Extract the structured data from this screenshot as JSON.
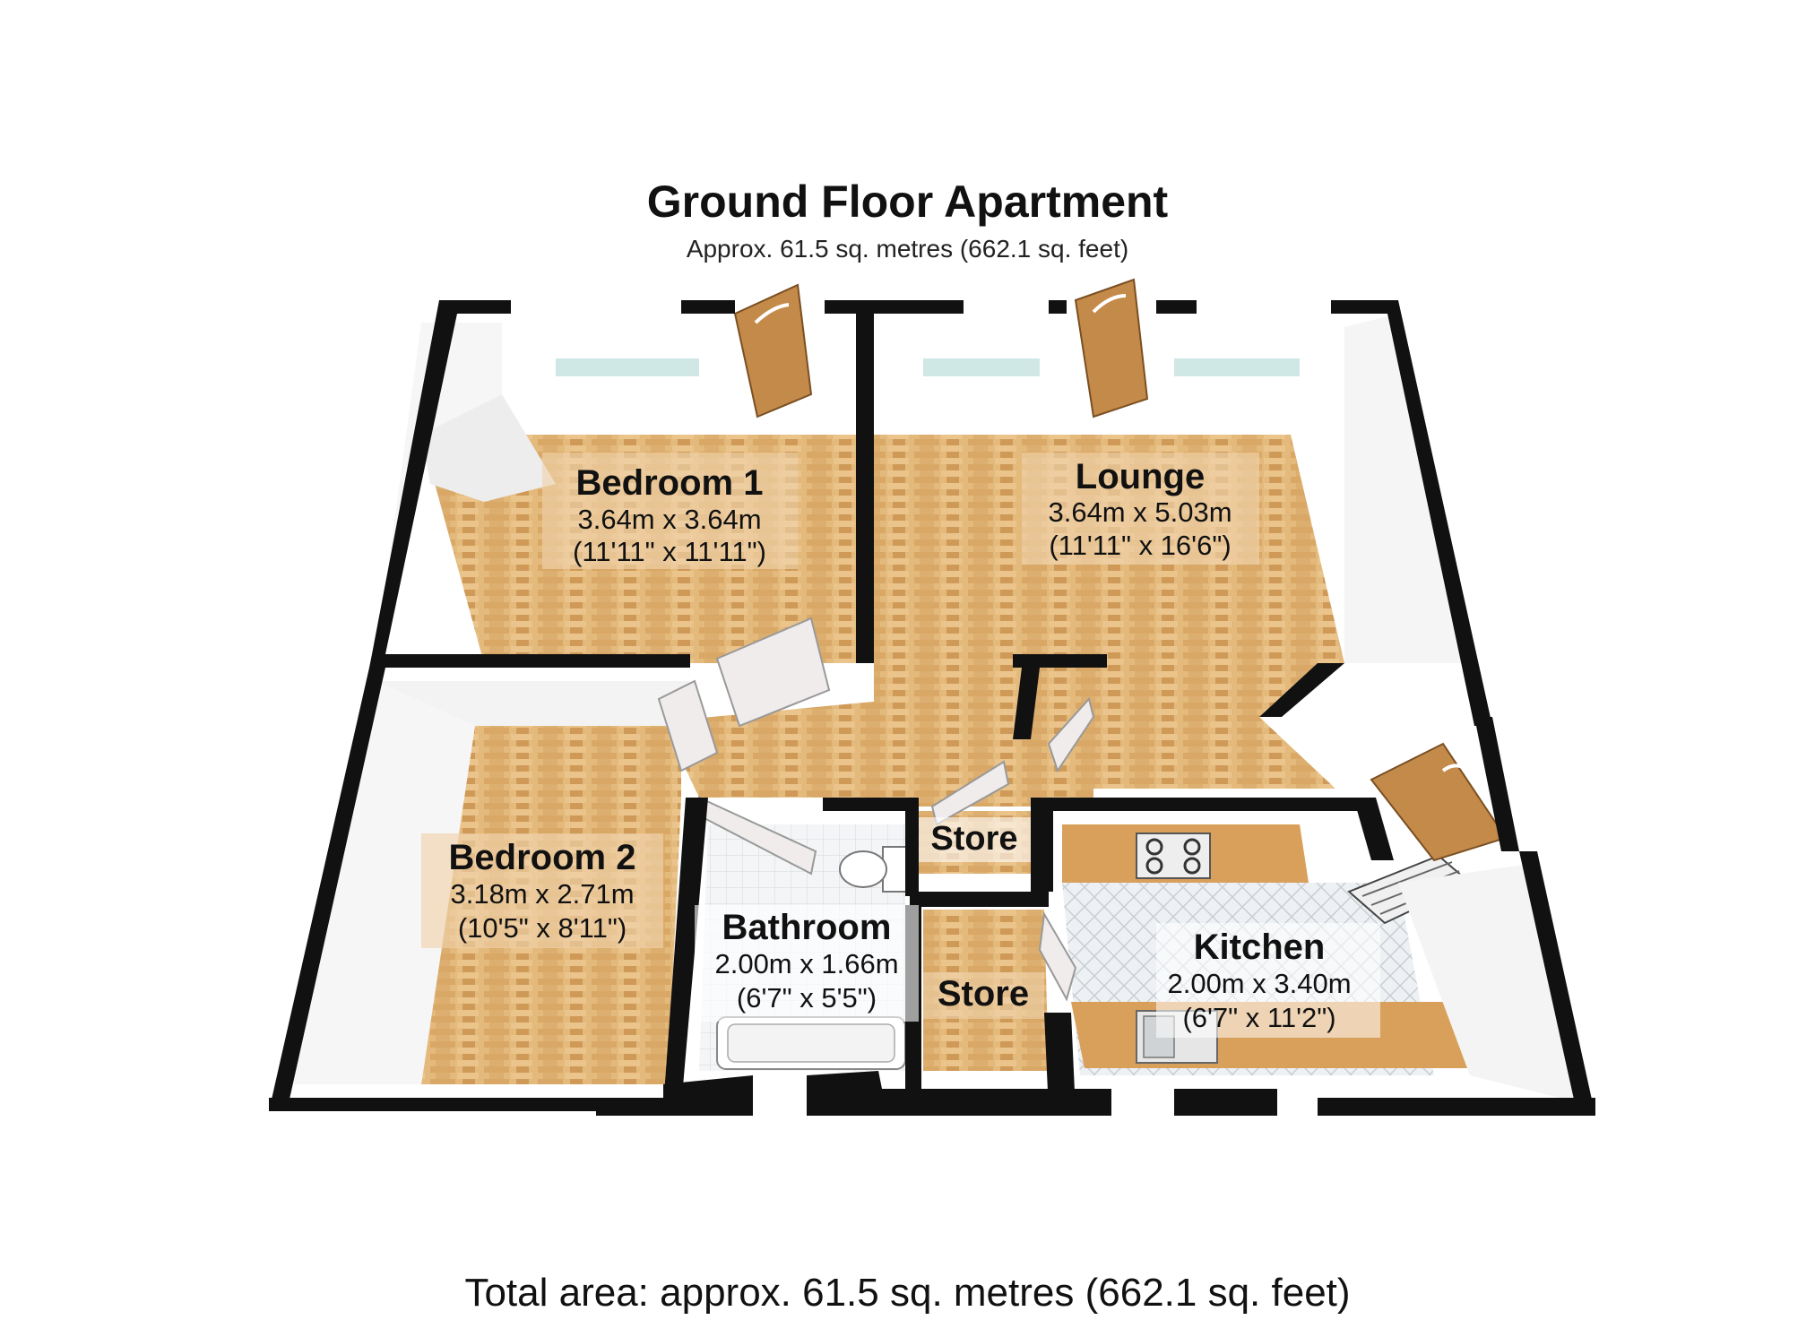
{
  "header": {
    "title": "Ground Floor Apartment",
    "subtitle": "Approx.  61.5 sq. metres (662.1 sq. feet)"
  },
  "rooms": {
    "bedroom1": {
      "name": "Bedroom 1",
      "metric": "3.64m x 3.64m",
      "imperial": "(11'11\" x 11'11\")"
    },
    "lounge": {
      "name": "Lounge",
      "metric": "3.64m x 5.03m",
      "imperial": "(11'11\" x 16'6\")"
    },
    "bedroom2": {
      "name": "Bedroom 2",
      "metric": "3.18m x 2.71m",
      "imperial": "(10'5\" x 8'11\")"
    },
    "bathroom": {
      "name": "Bathroom",
      "metric": "2.00m x 1.66m",
      "imperial": "(6'7\" x 5'5\")"
    },
    "store_upper": {
      "name": "Store"
    },
    "store_lower": {
      "name": "Store"
    },
    "kitchen": {
      "name": "Kitchen",
      "metric": "2.00m x 3.40m",
      "imperial": "(6'7\" x 11'2\")"
    }
  },
  "footer": {
    "total": "Total area: approx.  61.5 sq. metres (662.1 sq. feet)"
  },
  "colors": {
    "wall": "#111111",
    "wall_face": "#f4f4f4",
    "wood_floor": "#e2b77a",
    "wood_floor_dark": "#c98f4e",
    "tile_floor": "#eaeef2",
    "door": "#c48a4a",
    "worktop": "#d9a05b",
    "window": "#cfe8e6"
  }
}
